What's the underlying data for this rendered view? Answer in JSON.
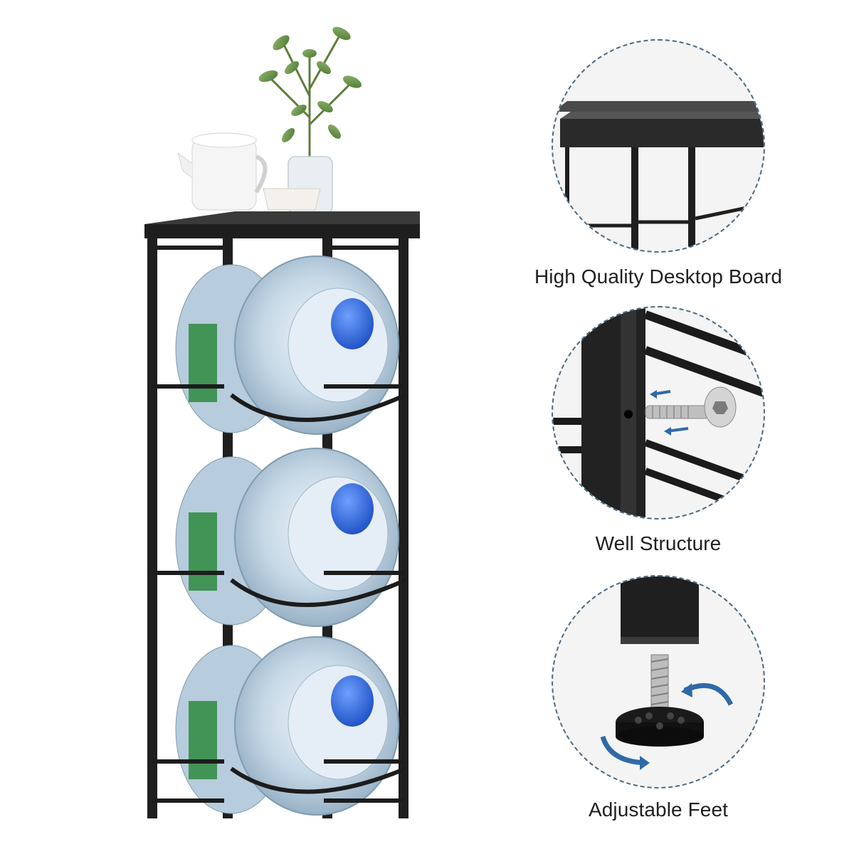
{
  "features": [
    {
      "label": "High Quality Desktop Board",
      "icon": "desktop-board-closeup"
    },
    {
      "label": "Well Structure",
      "icon": "screw-structure-closeup"
    },
    {
      "label": "Adjustable Feet",
      "icon": "adjustable-foot-closeup"
    }
  ],
  "colors": {
    "frame": "#1e1e1e",
    "bottle": "#c9dbe8",
    "cap": "#2f6fe0",
    "label": "#2d8a3e",
    "circle_border": "#4b6b82",
    "arrow": "#2f6aa8"
  }
}
